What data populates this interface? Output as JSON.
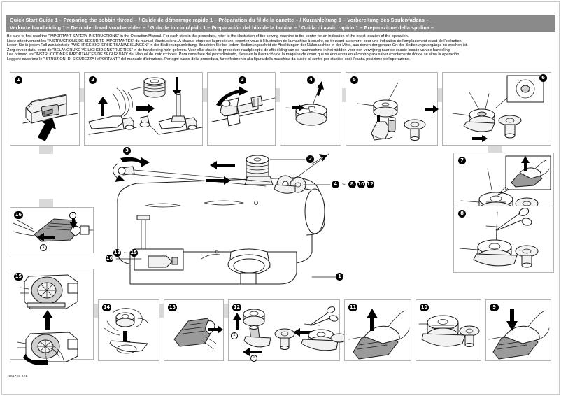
{
  "document": {
    "title_lines": [
      "Quick Start Guide 1  – Preparing the bobbin thread – / Guide de démarrage rapide 1  – Préparation du fil de la canette – / Kurzanleitung 1  – Vorbereitung des Spulenfadens –",
      "Verkorte handleiding 1  – De onderdraad voorbereiden – / Guía de inicio rápido 1  – Preparación del hilo de la bobina – / Guida di avvio rapido 1 – Preparazione della spolina –"
    ],
    "intro_lines": [
      "Be sure to first read the \"IMPORTANT SAFETY INSTRUCTIONS\" in the Operation Manual. For each step in the procedure, refer to the illustration of the sewing machine in the center for an indication of the exact location of the operation.",
      "Lisez attentivement les \"INSTRUCTIONS DE SÉCURITÉ IMPORTANTES\" du manuel d'instructions. A chaque étape de la procédure, reportez-vous à l'illustration de la machine à coudre, se trouvant au centre, pour une indication de l'emplacement exact de l'opération.",
      "Lesen Sie in jedem Fall zunächst die \"WICHTIGE SICHERHEITSANWEISUNGEN\" in der Bedienungsanleitung. Beachten Sie bei jedem Bedienungsschritt die Abbildungen der Nähmaschine in der Mitte, aus denen der genaue Ort der Bedienungsvorgänge zu ersehen ist.",
      "Zorg ervoor dat u eerst de \"BELANGRIJKE VEILIGHEIDSINSTRUCTIES\" in de handleiding hebt gelezen. Voor elke stap in de procedure raadpleegt u de afbeelding van de naaimachine in het midden voor een verwijzing naar de exacte locatie van de handeling.",
      "Lea primero las \"INSTRUCCIONES IMPORTANTES DE SEGURIDAD\" del Manual de instrucciones. Para cada fase del procedimiento, fíjese en la ilustración de la máquina de coser que se encuentra en el centro para saber exactamente dónde se sitúa la operación.",
      "Leggere dapprima le \"ISTRUZIONI DI SICUREZZA IMPORTANTI\" del manuale d'istruzione. Per ogni passo della procedura, fare riferimento alla figura della macchina da cucire al centro per stabilire così l'esatta posizione dell'operazione."
    ],
    "footer_code": "XG1766-021"
  },
  "theme": {
    "band_color": "#8a8a8a",
    "band_text_color": "#ffffff",
    "panel_border": "#b4b4b4",
    "connector_color": "#d9d9d9",
    "ink": "#1a1a1a"
  },
  "steps": [
    {
      "id": "step-1",
      "number": "1",
      "caption": "power-switch-on"
    },
    {
      "id": "step-2",
      "number": "2",
      "caption": "place-spool-on-pin"
    },
    {
      "id": "step-3",
      "number": "3",
      "caption": "swing-thread-guide-up"
    },
    {
      "id": "step-4",
      "number": "4",
      "caption": "pass-thread-through-bobbin-hole"
    },
    {
      "id": "step-5",
      "number": "5",
      "caption": "set-bobbin-on-winder-shaft"
    },
    {
      "id": "step-6",
      "number": "6",
      "caption": "bobbin-hole-detail"
    },
    {
      "id": "step-7",
      "number": "7",
      "caption": "press-foot-controller-wind"
    },
    {
      "id": "step-8",
      "number": "8",
      "caption": "cut-thread-with-scissors"
    },
    {
      "id": "step-9",
      "number": "9",
      "caption": "press-foot-controller-down"
    },
    {
      "id": "step-10",
      "number": "10",
      "caption": "bobbin-wound-full"
    },
    {
      "id": "step-11",
      "number": "11",
      "caption": "release-foot-controller"
    },
    {
      "id": "step-12",
      "number": "12",
      "caption": "slide-winder-back-and-cut"
    },
    {
      "id": "step-13",
      "number": "13",
      "caption": "remove-flat-bed-attachment"
    },
    {
      "id": "step-14",
      "number": "14",
      "caption": "insert-bobbin-into-case"
    },
    {
      "id": "step-15",
      "number": "15",
      "caption": "thread-through-bobbin-case-slit"
    },
    {
      "id": "step-16",
      "number": "16",
      "caption": "open-shuttle-cover"
    }
  ],
  "machine_callouts": [
    {
      "id": "callout-3",
      "label": "3"
    },
    {
      "id": "callout-2",
      "label": "2"
    },
    {
      "id": "callout-1",
      "label": "1"
    },
    {
      "id": "callout-16",
      "label": "16"
    }
  ],
  "machine_callout_range": {
    "start": "4",
    "separator": "~",
    "rest": [
      "8",
      "10",
      "12"
    ]
  },
  "machine_callout_range_2": {
    "start": "13",
    "separator": "~",
    "end": "15"
  },
  "inline_markers": {
    "one": "1",
    "two": "2"
  }
}
